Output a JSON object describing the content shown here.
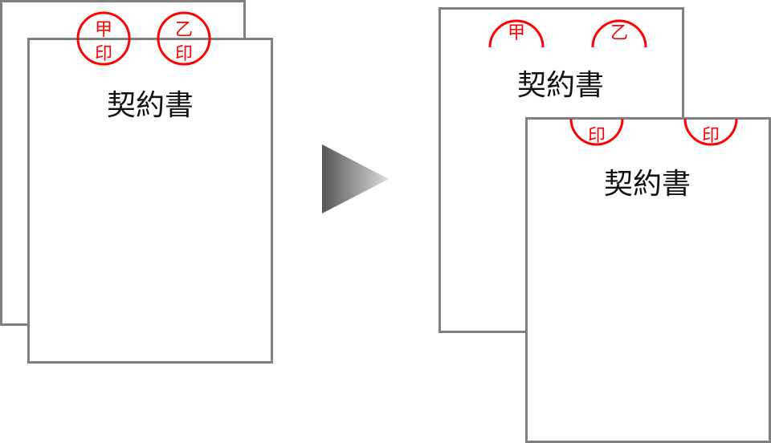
{
  "document_title": "契約書",
  "stamps": {
    "party_a": "甲",
    "party_b": "乙",
    "seal": "印"
  },
  "colors": {
    "stamp": "#ff0000",
    "page_border": "#808080"
  },
  "icons": [
    "right-arrow-icon"
  ]
}
